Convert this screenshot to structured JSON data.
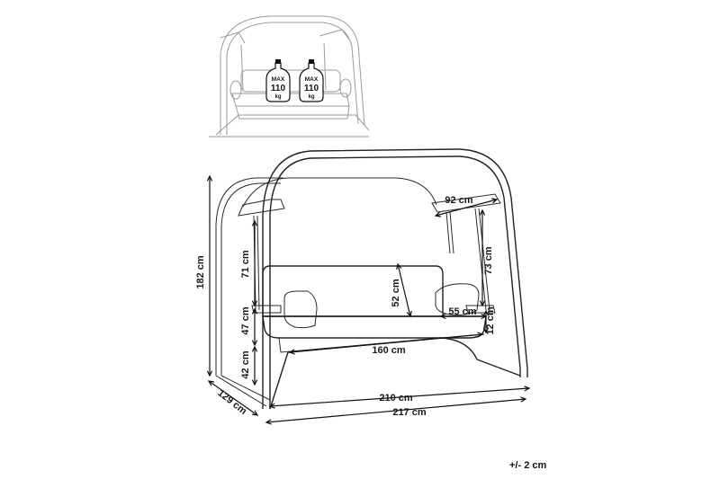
{
  "load_badges": [
    {
      "max": "MAX",
      "value": "110",
      "unit": "kg"
    },
    {
      "max": "MAX",
      "value": "110",
      "unit": "kg"
    }
  ],
  "dimensions": {
    "total_height": "182 cm",
    "depth": "129 cm",
    "base_width": "210 cm",
    "overall_width": "217 cm",
    "canopy_depth": "92 cm",
    "chain_length_left": "71 cm",
    "chain_length_right": "73 cm",
    "seat_height_to_armrest": "47 cm",
    "seat_height": "42 cm",
    "backrest_height": "52 cm",
    "seat_depth": "55 cm",
    "seat_thickness": "12 cm",
    "seat_width": "160 cm"
  },
  "tolerance": "+/- 2 cm"
}
